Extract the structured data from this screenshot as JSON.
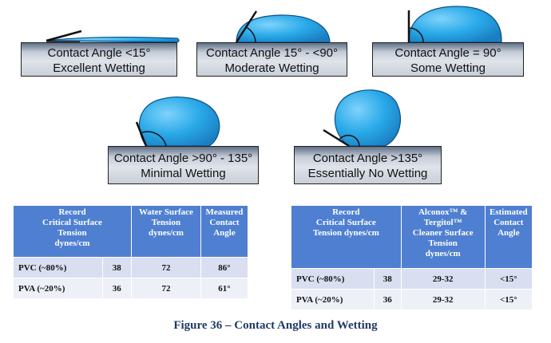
{
  "panels": [
    {
      "line1": "Contact Angle <15°",
      "line2": "Excellent Wetting"
    },
    {
      "line1": "Contact Angle 15° - <90°",
      "line2": "Moderate Wetting"
    },
    {
      "line1": "Contact Angle = 90°",
      "line2": "Some Wetting"
    },
    {
      "line1": "Contact Angle >90° - 135°",
      "line2": "Minimal Wetting"
    },
    {
      "line1": "Contact Angle >135°",
      "line2": "Essentially No Wetting"
    }
  ],
  "table1": {
    "headers": [
      "Record\nCritical Surface\nTension\ndynes/cm",
      "Water Surface\nTension\ndynes/cm",
      "Measured\nContact\nAngle"
    ],
    "rows": [
      {
        "material": "PVC (~80%)",
        "critical": "38",
        "tension": "72",
        "angle": "86°"
      },
      {
        "material": "PVA (~20%)",
        "critical": "36",
        "tension": "72",
        "angle": "61°"
      }
    ]
  },
  "table2": {
    "headers": [
      "Record\nCritical Surface\nTension dynes/cm",
      "Alconox™ &\nTergitol™\nCleaner Surface\nTension\ndynes/cm",
      "Estimated\nContact\nAngle"
    ],
    "rows": [
      {
        "material": "PVC (~80%)",
        "critical": "38",
        "tension": "29-32",
        "angle": "<15°"
      },
      {
        "material": "PVA (~20%)",
        "critical": "36",
        "tension": "29-32",
        "angle": "<15°"
      }
    ]
  },
  "caption": "Figure 36 – Contact Angles and Wetting",
  "colors": {
    "droplet": "#29a9e8",
    "droplet_edge": "#0b4f86",
    "header": "#4f7fd0",
    "row_a": "#d9dff0",
    "row_b": "#edf0f7"
  }
}
